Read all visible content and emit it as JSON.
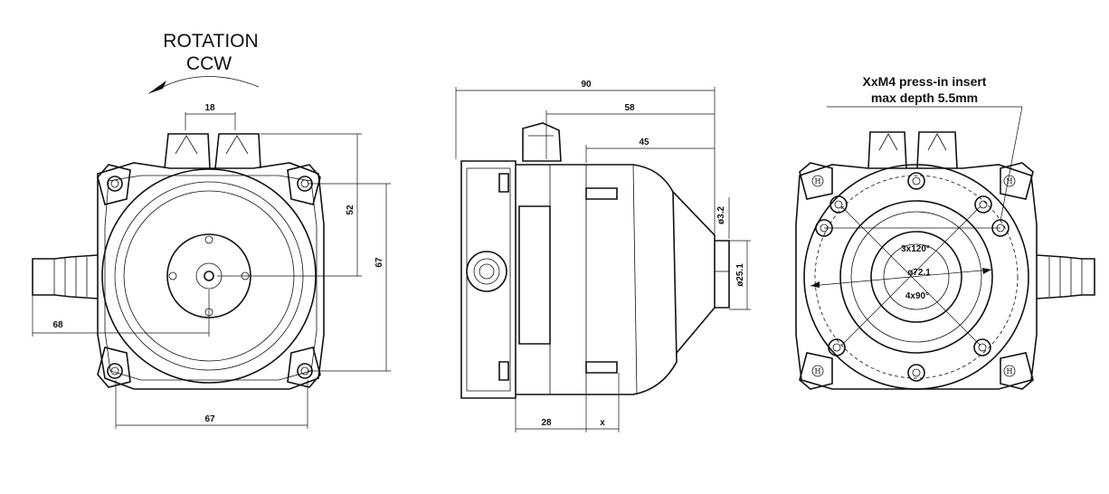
{
  "front_view": {
    "rotation_label": "ROTATION",
    "rotation_dir": "CCW",
    "dim_connector": "18",
    "dim_cable": "68",
    "dim_width": "67",
    "dim_height_inner": "52",
    "dim_height_outer": "67"
  },
  "side_view": {
    "dim_total": "90",
    "dim_58": "58",
    "dim_45": "45",
    "dim_hole": "ø3.2",
    "dim_shaft": "ø25.1",
    "dim_28": "28",
    "dim_x": "x"
  },
  "rear_view": {
    "note_line1": "XxM4 press-in insert",
    "note_line2": "max depth 5.5mm",
    "angle_120": "3x120°",
    "dia_72": "ø72.1",
    "angle_90": "4x90°",
    "h_marks": [
      "H",
      "H",
      "H",
      "H"
    ]
  }
}
